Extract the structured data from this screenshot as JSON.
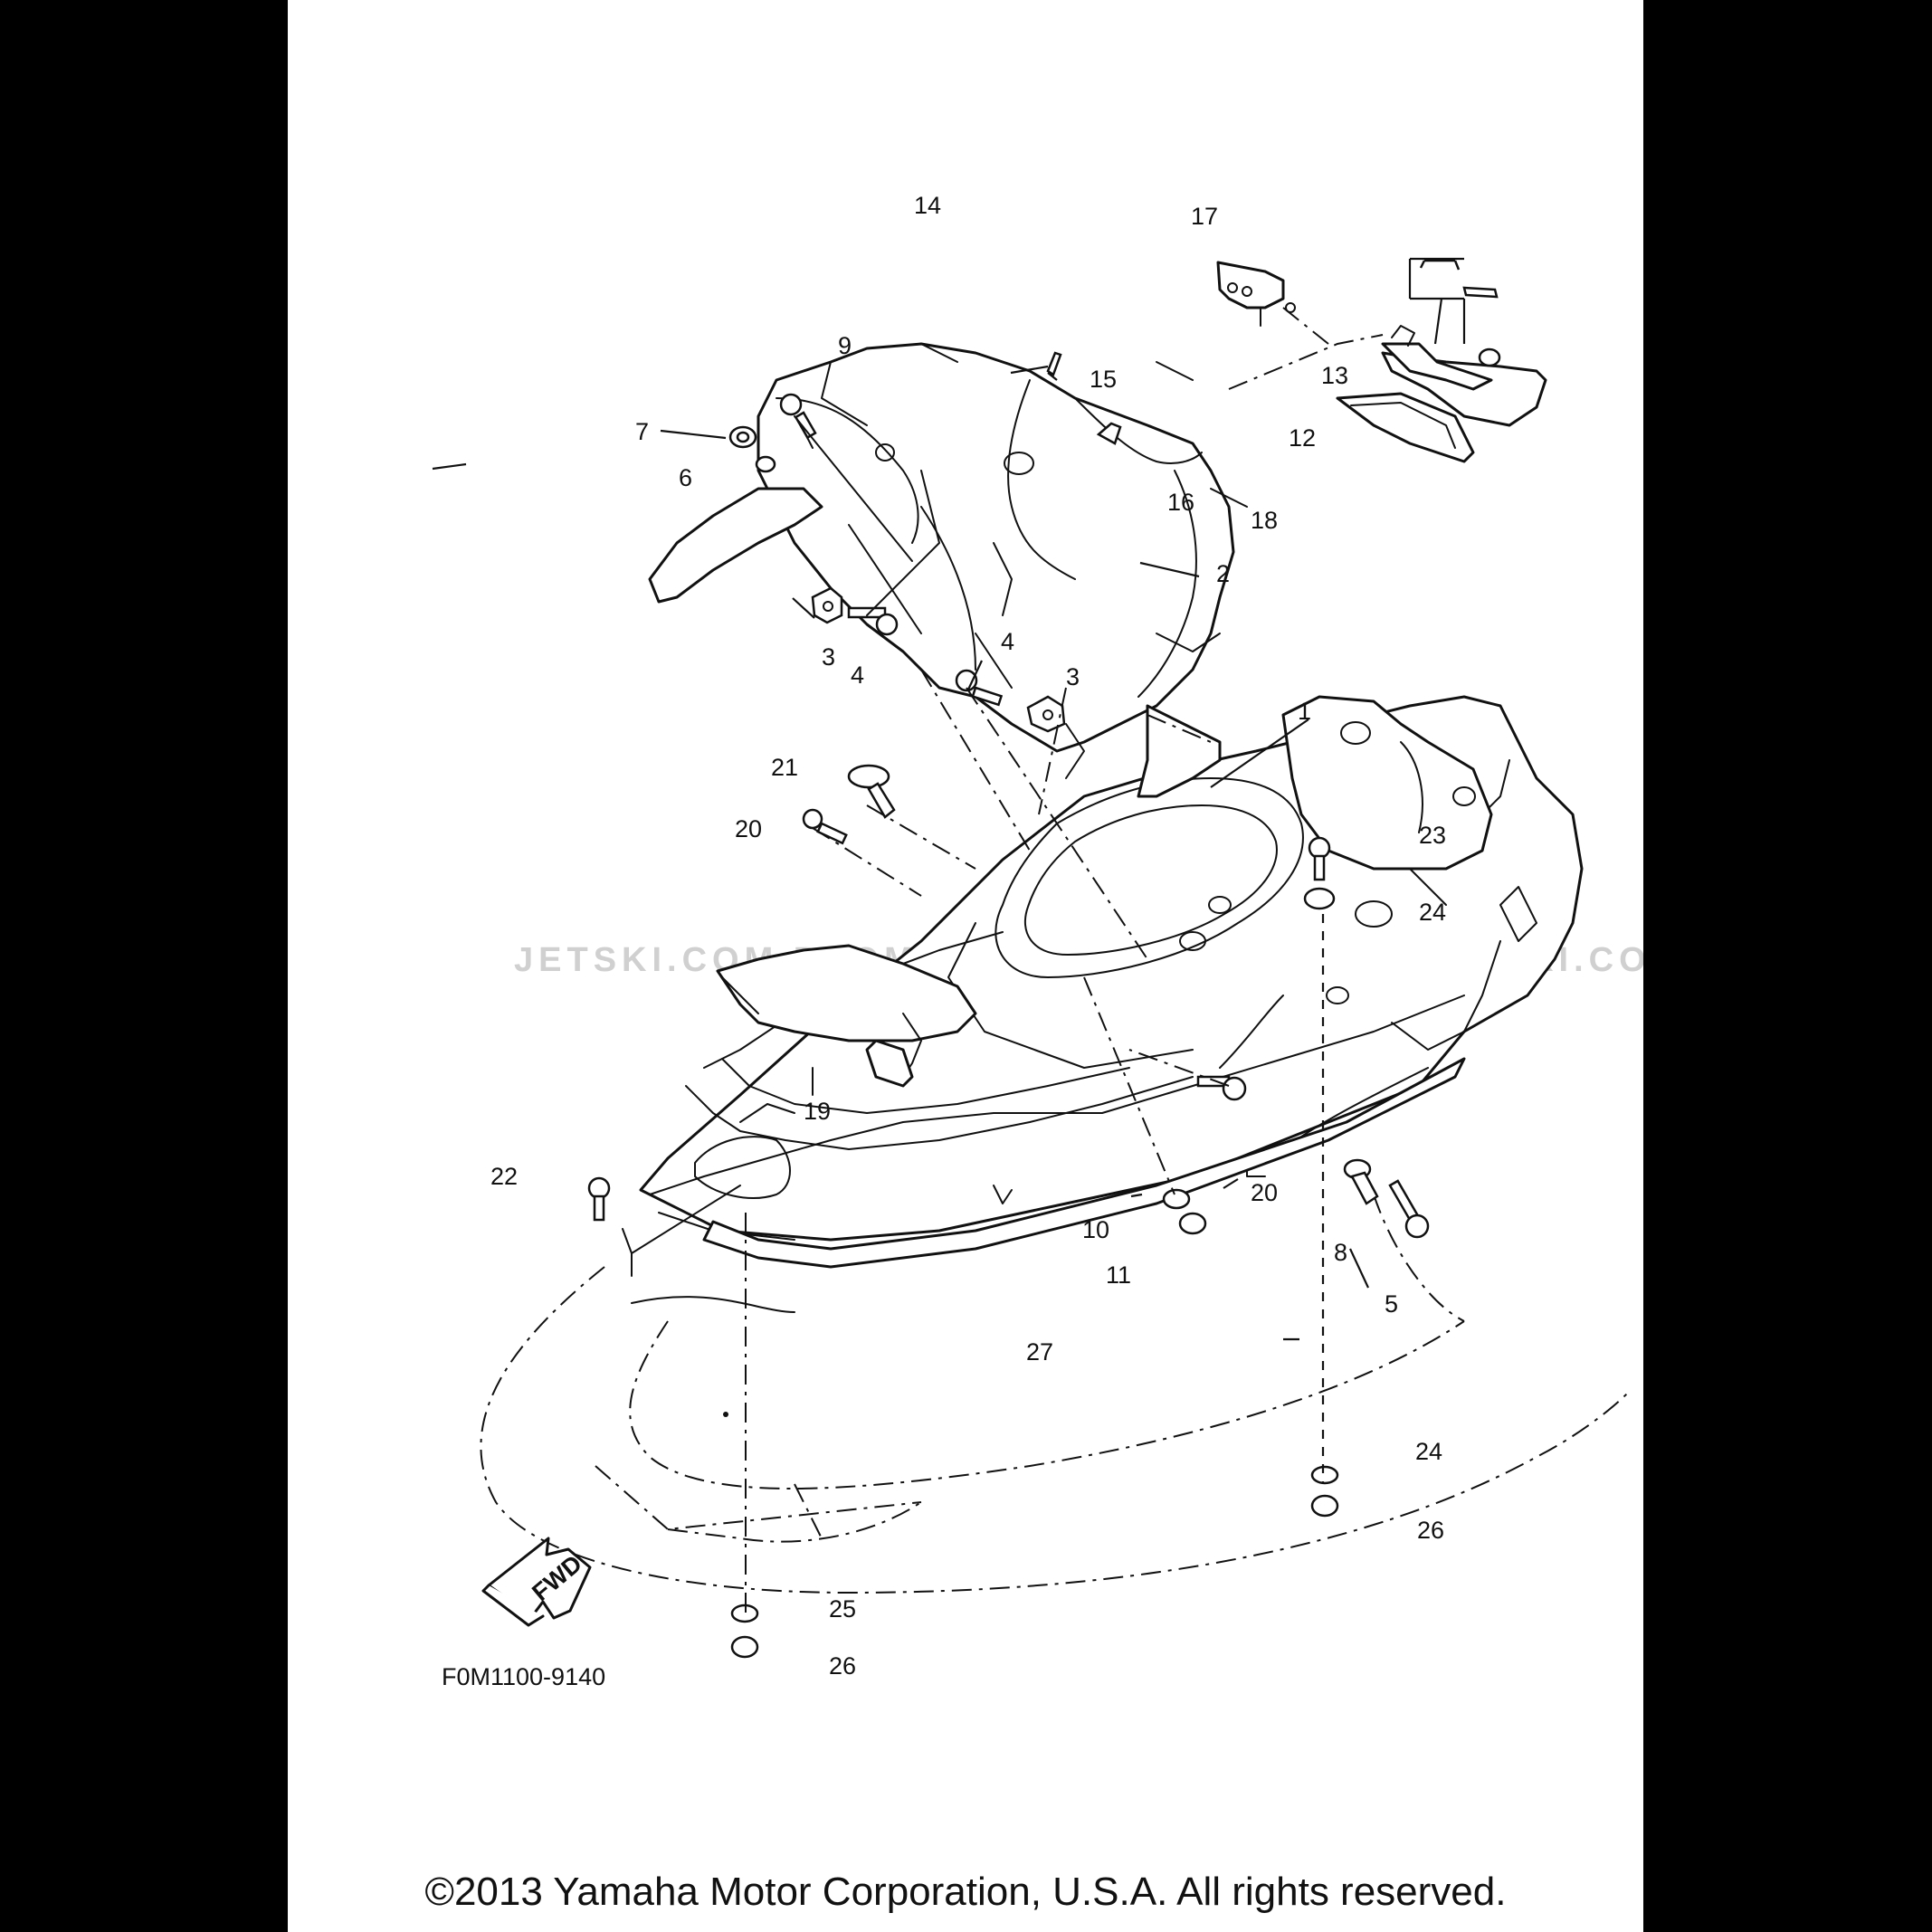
{
  "diagram": {
    "callouts": {
      "p1": "1",
      "p2": "2",
      "p3a": "3",
      "p3b": "3",
      "p4a": "4",
      "p4b": "4",
      "p5": "5",
      "p6": "6",
      "p7": "7",
      "p8": "8",
      "p9": "9",
      "p10": "10",
      "p11": "11",
      "p12": "12",
      "p13": "13",
      "p14": "14",
      "p15": "15",
      "p16": "16",
      "p17": "17",
      "p18": "18",
      "p19": "19",
      "p20a": "20",
      "p20b": "20",
      "p21": "21",
      "p22": "22",
      "p23": "23",
      "p24a": "24",
      "p24b": "24",
      "p25": "25",
      "p26a": "26",
      "p26b": "26",
      "p27": "27"
    },
    "fwd_label": "FWD",
    "drawing_code": "F0M1100-9140",
    "watermark": "JETSKI.COM  PROMO-JETSKI.COM  PROMO-JETSKI.COM",
    "copyright": "©2013 Yamaha Motor Corporation, U.S.A. All rights reserved."
  },
  "colors": {
    "background": "#000000",
    "sheet": "#ffffff",
    "ink": "#111111"
  }
}
